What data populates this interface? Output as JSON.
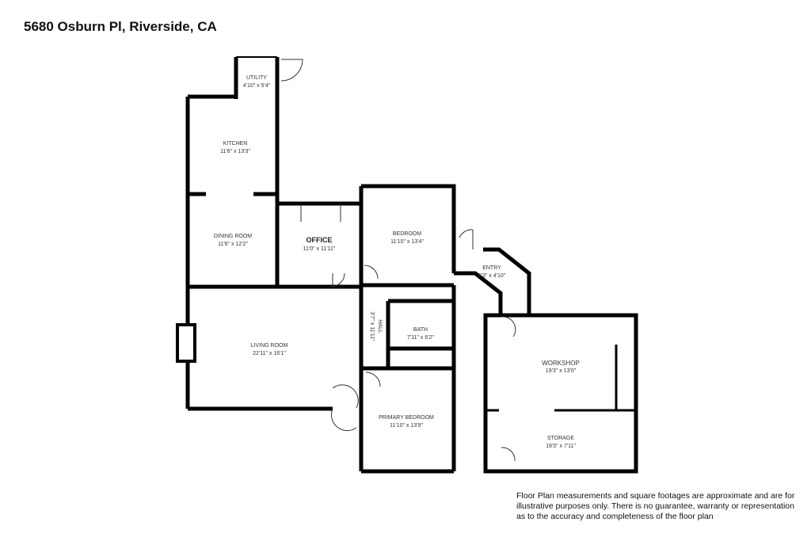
{
  "title": "5680 Osburn Pl, Riverside, CA",
  "rooms": [
    {
      "name": "UTILITY",
      "dims": "4'10\" x 5'4\""
    },
    {
      "name": "KITCHEN",
      "dims": "11'6\" x 13'3\""
    },
    {
      "name": "DINING ROOM",
      "dims": "11'6\" x 12'2\""
    },
    {
      "name": "OFFICE",
      "dims": "11'0\" x 11'11\""
    },
    {
      "name": "BEDROOM",
      "dims": "11'10\" x 13'4\""
    },
    {
      "name": "ENTRY",
      "dims": "8'3\" x 4'10\""
    },
    {
      "name": "HALL",
      "dims": "3'7\" x 11'11\""
    },
    {
      "name": "BATH",
      "dims": "7'11\" x 6'2\""
    },
    {
      "name": "LIVING ROOM",
      "dims": "22'11\" x 16'1\""
    },
    {
      "name": "WORKSHOP",
      "dims": "19'3\" x 13'0\""
    },
    {
      "name": "PRIMARY BEDROOM",
      "dims": "11'10\" x 13'9\""
    },
    {
      "name": "STORAGE",
      "dims": "19'3\" x 7'11\""
    }
  ],
  "disclaimer": [
    "Floor Plan measurements and square footages are approximate and are for",
    "illustrative purposes only. There is no guarantee, warranty or representation",
    "as to the accuracy and completeness of the floor plan"
  ]
}
